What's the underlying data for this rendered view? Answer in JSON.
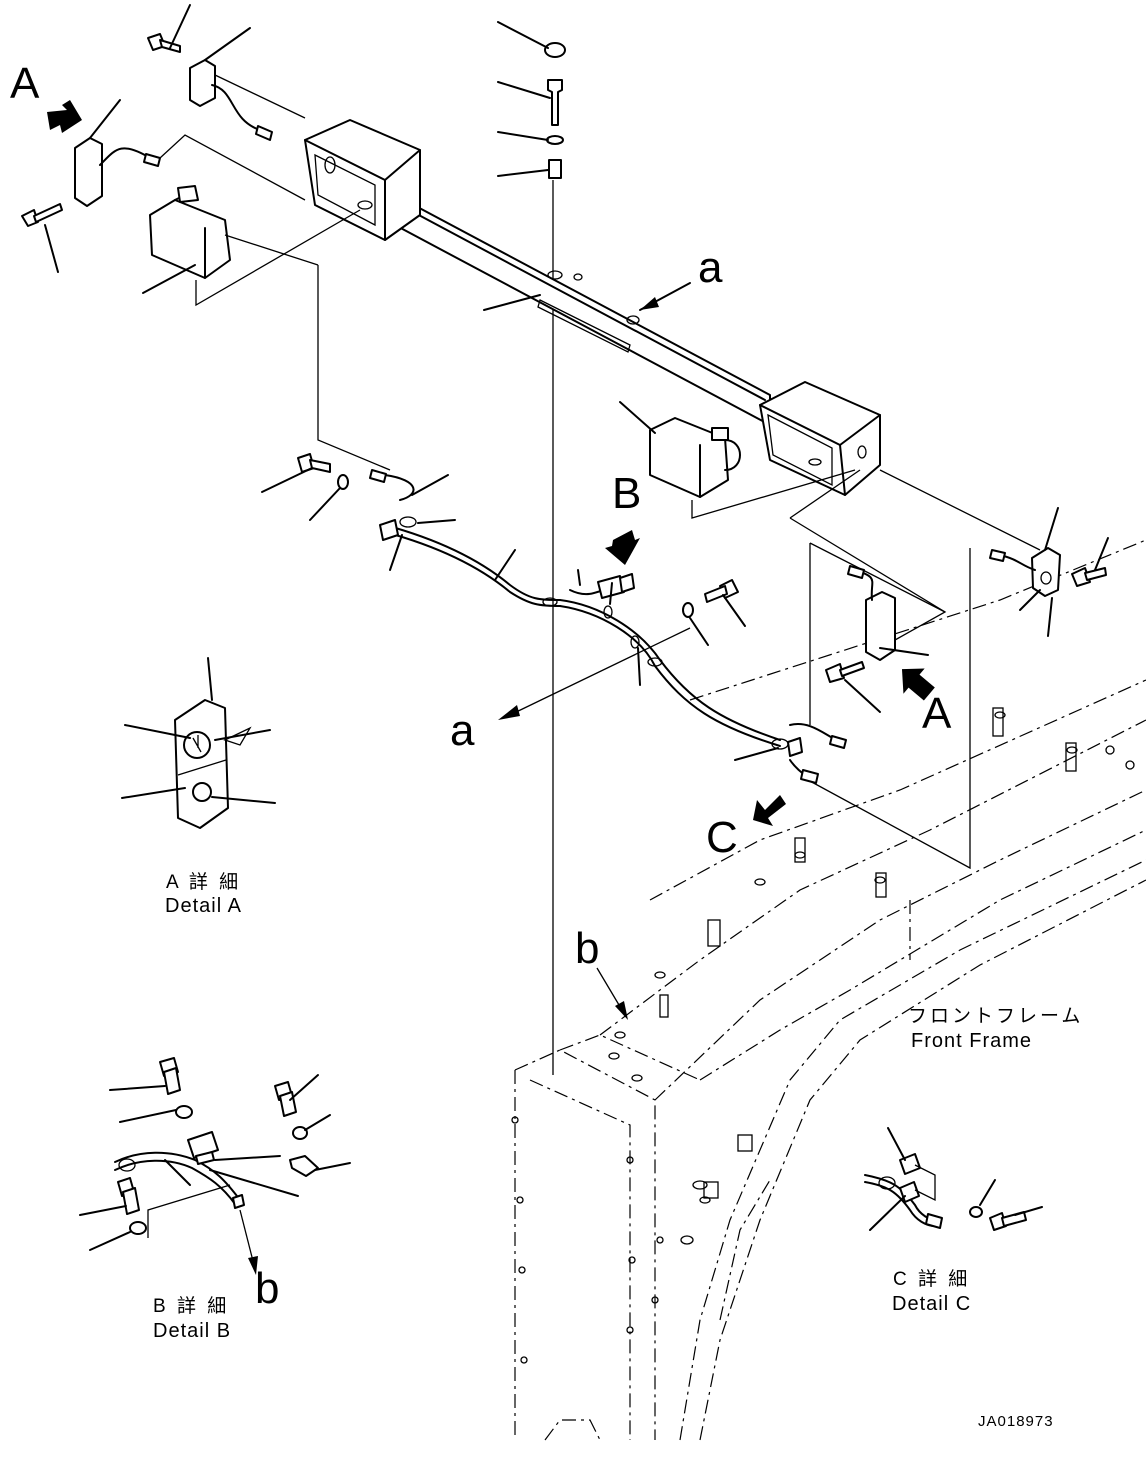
{
  "view_labels": {
    "A_top": "A",
    "A_right": "A",
    "B": "B",
    "C": "C",
    "a_top": "a",
    "a_left": "a",
    "b_front": "b",
    "b_detail": "b"
  },
  "details": {
    "A": {
      "title_jp": "A 詳 細",
      "title_en": "Detail A"
    },
    "B": {
      "title_jp": "B 詳 細",
      "title_en": "Detail B"
    },
    "C": {
      "title_jp": "C 詳 細",
      "title_en": "Detail C"
    }
  },
  "frame_label": {
    "jp": "フロントフレーム",
    "en": "Front Frame"
  },
  "document_id": "JA018973"
}
